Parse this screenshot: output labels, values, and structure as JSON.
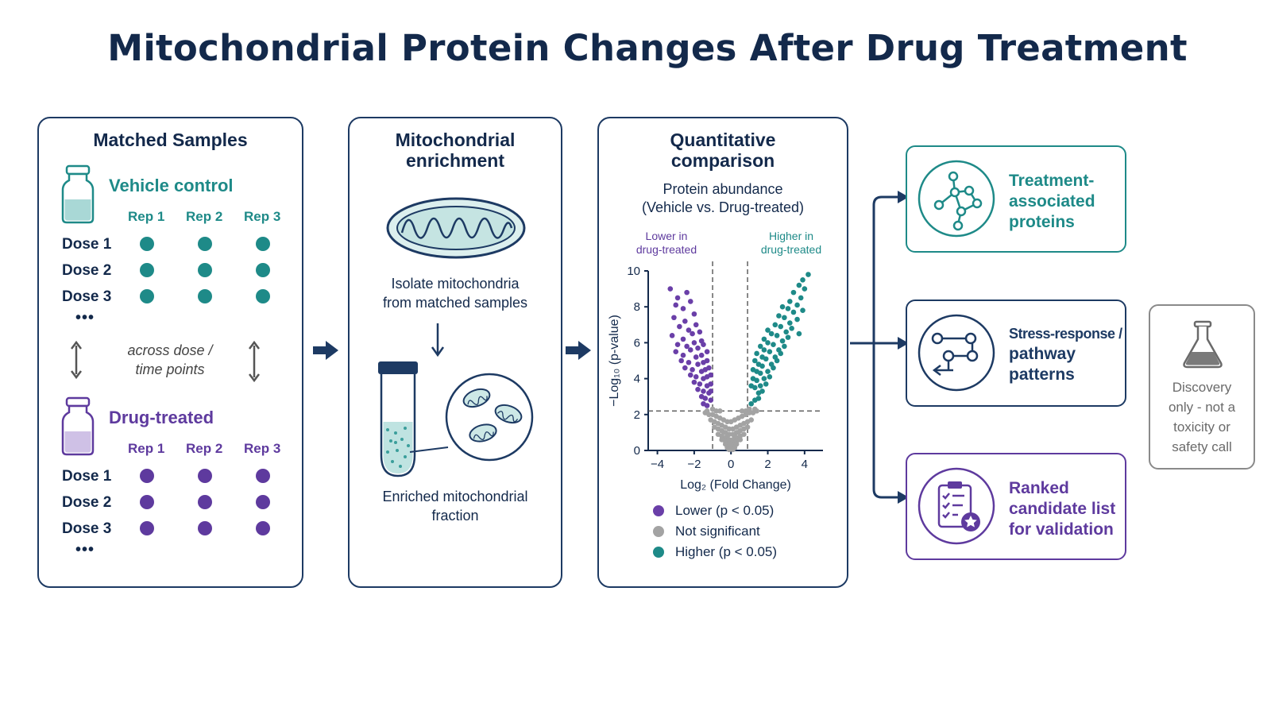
{
  "title": "Mitochondrial Protein Changes After Drug Treatment",
  "panel1": {
    "title": "Matched Samples",
    "vehicle": {
      "label": "Vehicle control",
      "reps": [
        "Rep 1",
        "Rep 2",
        "Rep 3"
      ],
      "doses": [
        "Dose 1",
        "Dose 2",
        "Dose 3"
      ],
      "ellipsis": "•••"
    },
    "across_line1": "across dose /",
    "across_line2": "time points",
    "drug": {
      "label": "Drug-treated",
      "reps": [
        "Rep 1",
        "Rep 2",
        "Rep 3"
      ],
      "doses": [
        "Dose 1",
        "Dose 2",
        "Dose 3"
      ],
      "ellipsis": "•••"
    }
  },
  "panel2": {
    "title_line1": "Mitochondrial",
    "title_line2": "enrichment",
    "step_line1": "Isolate mitochondria",
    "step_line2": "from matched samples",
    "result_line1": "Enriched mitochondrial",
    "result_line2": "fraction"
  },
  "panel3": {
    "title_line1": "Quantitative",
    "title_line2": "comparison",
    "subtitle_line1": "Protein abundance",
    "subtitle_line2": "(Vehicle vs. Drug-treated)",
    "annot_lower_line1": "Lower in",
    "annot_lower_line2": "drug-treated",
    "annot_higher_line1": "Higher in",
    "annot_higher_line2": "drug-treated",
    "legend": [
      {
        "label": "Lower (p < 0.05)",
        "color": "#6a3fa8"
      },
      {
        "label": "Not significant",
        "color": "#a3a3a3"
      },
      {
        "label": "Higher (p < 0.05)",
        "color": "#1e8a88"
      }
    ]
  },
  "chart_data": {
    "type": "scatter",
    "title": "Protein abundance (Vehicle vs. Drug-treated)",
    "xlabel": "Log₂ (Fold Change)",
    "ylabel": "−Log₁₀ (p-value)",
    "xlim": [
      -4.5,
      5
    ],
    "ylim": [
      0,
      10
    ],
    "xticks": [
      -4,
      -2,
      0,
      2,
      4
    ],
    "yticks": [
      0,
      2,
      4,
      6,
      8,
      10
    ],
    "xtick_labels": [
      "−4",
      "−2",
      "0",
      "2",
      "4"
    ],
    "ytick_labels": [
      "0",
      "2",
      "4",
      "6",
      "8",
      "10"
    ],
    "thresholds": {
      "fc": [
        -1,
        0.9
      ],
      "p": 2.2
    },
    "grid": false,
    "series": [
      {
        "name": "Lower (p < 0.05)",
        "color": "#6a3fa8",
        "x": [
          -3.3,
          -2.9,
          -2.4,
          -3.0,
          -2.6,
          -2.2,
          -3.1,
          -2.5,
          -2.0,
          -2.8,
          -2.3,
          -1.9,
          -3.2,
          -2.6,
          -2.1,
          -1.7,
          -2.9,
          -2.4,
          -2.0,
          -1.6,
          -3.0,
          -2.6,
          -2.2,
          -1.8,
          -1.5,
          -2.7,
          -2.3,
          -1.9,
          -1.6,
          -1.3,
          -2.5,
          -2.1,
          -1.8,
          -1.5,
          -1.3,
          -2.2,
          -1.9,
          -1.6,
          -1.4,
          -1.2,
          -2.0,
          -1.7,
          -1.5,
          -1.3,
          -1.1,
          -1.8,
          -1.5,
          -1.3,
          -1.1,
          -1.6,
          -1.4,
          -1.2,
          -1.1,
          -1.5,
          -1.3,
          -1.1
        ],
        "y": [
          9.0,
          8.5,
          8.8,
          8.1,
          7.9,
          8.3,
          7.4,
          7.2,
          7.6,
          6.9,
          6.7,
          7.0,
          6.4,
          6.2,
          6.5,
          6.6,
          5.9,
          5.8,
          6.0,
          6.1,
          5.5,
          5.3,
          5.6,
          5.7,
          5.9,
          5.0,
          4.9,
          5.2,
          5.3,
          5.5,
          4.6,
          4.5,
          4.8,
          4.9,
          5.0,
          4.2,
          4.1,
          4.4,
          4.5,
          4.6,
          3.8,
          3.7,
          4.0,
          4.1,
          4.2,
          3.4,
          3.3,
          3.6,
          3.7,
          3.0,
          2.9,
          3.2,
          3.3,
          2.6,
          2.5,
          2.8
        ]
      },
      {
        "name": "Not significant",
        "color": "#a3a3a3",
        "x": [
          -1.4,
          -1.2,
          -1.0,
          -0.8,
          -0.6,
          -0.4,
          -0.2,
          0.0,
          0.2,
          0.4,
          0.6,
          0.8,
          1.0,
          1.2,
          1.4,
          -1.1,
          -0.9,
          -0.7,
          -0.5,
          -0.3,
          -0.1,
          0.1,
          0.3,
          0.5,
          0.7,
          0.9,
          1.1,
          -0.9,
          -0.7,
          -0.5,
          -0.3,
          -0.1,
          0.1,
          0.3,
          0.5,
          0.7,
          0.9,
          -0.7,
          -0.5,
          -0.3,
          -0.1,
          0.1,
          0.3,
          0.5,
          0.7,
          -0.5,
          -0.3,
          -0.1,
          0.1,
          0.3,
          0.5,
          -0.3,
          -0.1,
          0.1,
          0.3,
          -0.2,
          0.0,
          0.2,
          -0.1,
          0.1,
          -0.6,
          0.6,
          -0.8,
          0.8,
          -1.0,
          1.0,
          -1.3,
          1.3,
          -0.4,
          0.4,
          -0.2,
          0.2,
          0.0
        ],
        "y": [
          2.1,
          2.0,
          2.0,
          1.9,
          1.8,
          1.7,
          1.6,
          1.6,
          1.7,
          1.8,
          1.9,
          2.0,
          2.1,
          2.1,
          2.2,
          1.7,
          1.6,
          1.5,
          1.4,
          1.3,
          1.2,
          1.2,
          1.3,
          1.4,
          1.5,
          1.6,
          1.7,
          1.3,
          1.2,
          1.1,
          1.0,
          0.9,
          0.9,
          1.0,
          1.1,
          1.2,
          1.3,
          0.9,
          0.8,
          0.7,
          0.6,
          0.6,
          0.7,
          0.8,
          0.9,
          0.6,
          0.5,
          0.4,
          0.4,
          0.5,
          0.6,
          0.35,
          0.25,
          0.25,
          0.35,
          0.15,
          0.1,
          0.15,
          0.05,
          0.05,
          2.2,
          2.2,
          2.2,
          2.2,
          2.3,
          2.3,
          2.2,
          2.3,
          1.0,
          1.0,
          0.8,
          0.8,
          0.3
        ]
      },
      {
        "name": "Higher (p < 0.05)",
        "color": "#1e8a88",
        "x": [
          4.2,
          3.9,
          4.0,
          3.7,
          3.4,
          3.8,
          3.6,
          3.2,
          3.9,
          3.4,
          3.1,
          2.8,
          3.6,
          3.2,
          2.9,
          2.6,
          3.7,
          3.3,
          3.0,
          2.7,
          2.4,
          3.1,
          2.8,
          2.5,
          2.2,
          2.0,
          2.9,
          2.6,
          2.3,
          2.0,
          1.8,
          2.7,
          2.4,
          2.1,
          1.8,
          1.6,
          2.5,
          2.2,
          1.9,
          1.7,
          1.4,
          2.3,
          2.0,
          1.7,
          1.5,
          1.3,
          2.1,
          1.8,
          1.6,
          1.4,
          1.2,
          1.9,
          1.6,
          1.4,
          1.2,
          1.7,
          1.5,
          1.3,
          1.1,
          1.5,
          1.3,
          1.1
        ],
        "y": [
          9.8,
          9.5,
          9.0,
          9.2,
          8.8,
          8.5,
          8.1,
          8.3,
          7.8,
          7.7,
          7.9,
          8.0,
          7.3,
          7.1,
          7.4,
          7.5,
          6.5,
          6.8,
          6.6,
          6.9,
          7.0,
          6.3,
          6.1,
          6.4,
          6.5,
          6.7,
          5.8,
          5.6,
          5.9,
          6.0,
          6.2,
          5.4,
          5.2,
          5.5,
          5.6,
          5.8,
          5.0,
          4.8,
          5.1,
          5.2,
          5.4,
          4.6,
          4.4,
          4.7,
          4.8,
          5.0,
          4.1,
          4.0,
          4.3,
          4.4,
          4.5,
          3.7,
          3.6,
          3.9,
          4.0,
          3.3,
          3.2,
          3.5,
          3.6,
          2.9,
          2.8,
          2.6
        ]
      }
    ]
  },
  "outputs": [
    {
      "lines": [
        "Treatment-",
        "associated",
        "proteins"
      ]
    },
    {
      "lines": [
        "Stress-response /",
        "pathway",
        "patterns"
      ]
    },
    {
      "lines": [
        "Ranked",
        "candidate list",
        "for validation"
      ]
    }
  ],
  "note": {
    "lines": [
      "Discovery",
      "only - not a",
      "toxicity or",
      "safety call"
    ]
  },
  "colors": {
    "navy": "#13294b",
    "teal": "#1e8a88",
    "purple": "#5e3a9e",
    "gray": "#a3a3a3"
  }
}
